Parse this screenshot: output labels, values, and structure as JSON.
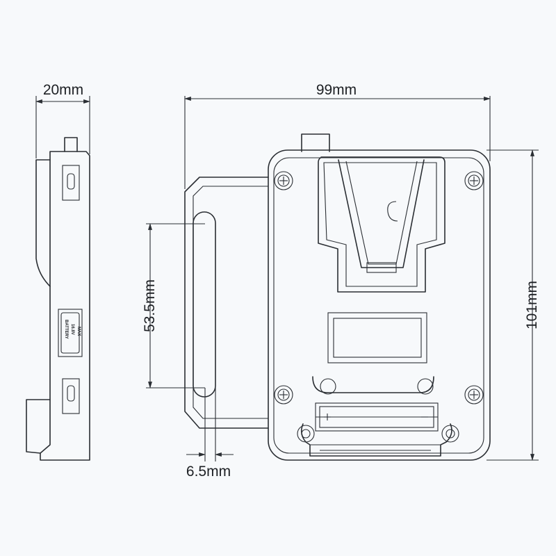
{
  "dimensions": {
    "width_side": "20mm",
    "width_front": "99mm",
    "height_front": "101mm",
    "slot_length": "53.5mm",
    "slot_width": "6.5mm"
  },
  "side_label": {
    "line1": "BATTERY",
    "line2": "16.8V",
    "line3": "MAX"
  },
  "colors": {
    "line": "#2a2e33",
    "background": "#f7f9fb"
  }
}
